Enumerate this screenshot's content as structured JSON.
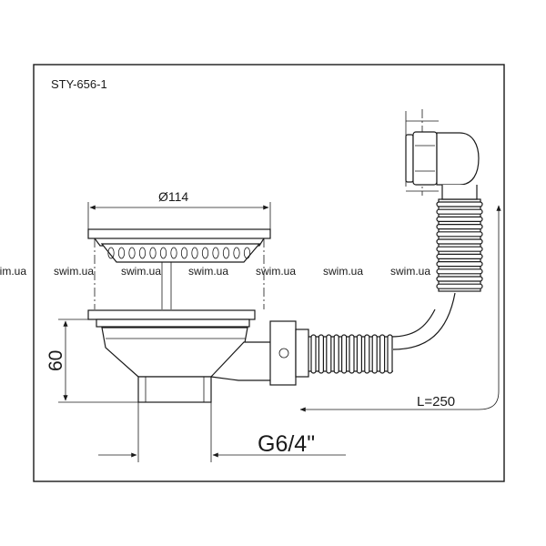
{
  "model_code": "STY-656-1",
  "dimensions": {
    "diameter": "Ø114",
    "height": "60",
    "thread": "G6/4\"",
    "hose_length": "L=250"
  },
  "watermark": {
    "text": "swim.ua",
    "count": 7
  },
  "colors": {
    "line": "#1a1a1a",
    "watermark": "#8a8a8a",
    "background": "#ffffff"
  }
}
